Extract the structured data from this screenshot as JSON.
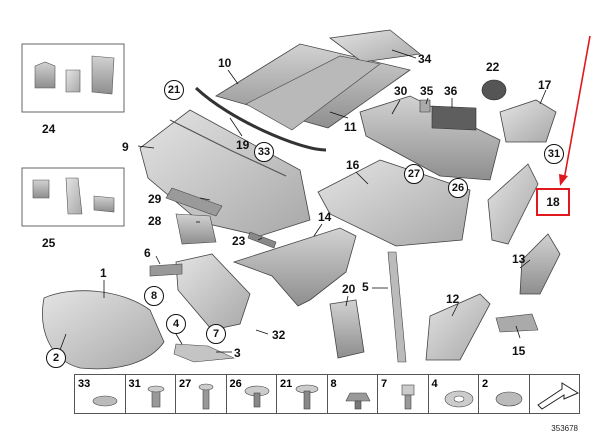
{
  "callouts": {
    "c1": "1",
    "c2": "2",
    "c3": "3",
    "c4": "4",
    "c5": "5",
    "c6": "6",
    "c7": "7",
    "c8": "8",
    "c9": "9",
    "c10": "10",
    "c11": "11",
    "c12": "12",
    "c13": "13",
    "c14": "14",
    "c15": "15",
    "c16": "16",
    "c17": "17",
    "c18": "18",
    "c19": "19",
    "c20": "20",
    "c21": "21",
    "c22": "22",
    "c23": "23",
    "c24": "24",
    "c25": "25",
    "c26": "26",
    "c27": "27",
    "c28": "28",
    "c29": "29",
    "c30": "30",
    "c31": "31",
    "c32": "32",
    "c33": "33",
    "c34": "34",
    "c35": "35",
    "c36": "36"
  },
  "fastener_bar": {
    "items": [
      "33",
      "31",
      "27",
      "26",
      "21",
      "8",
      "7",
      "4",
      "2"
    ]
  },
  "diagram_code": "353678",
  "highlight_color": "#e0191e"
}
